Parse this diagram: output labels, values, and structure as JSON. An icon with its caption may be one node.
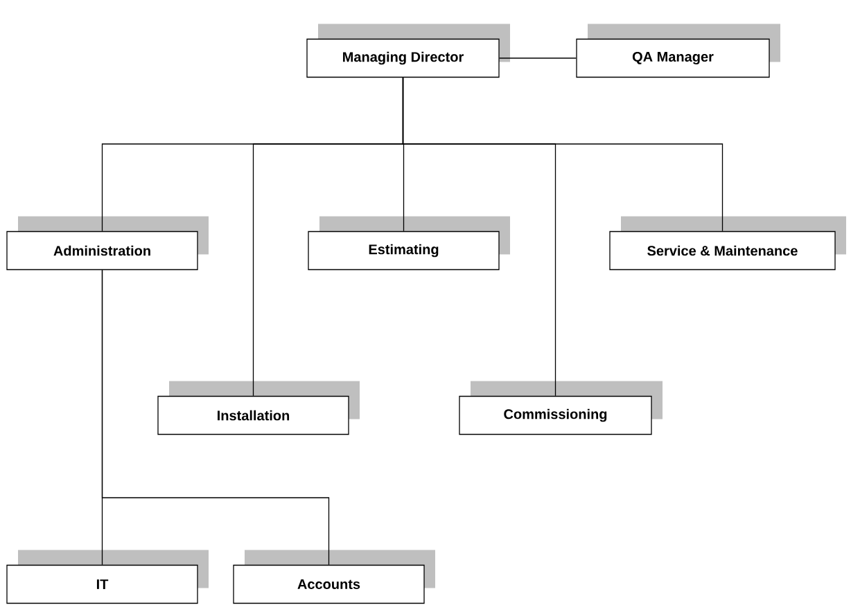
{
  "diagram": {
    "nodes": [
      {
        "text": [
          "Managing Director"
        ]
      },
      {
        "text": [
          "QA Manager"
        ]
      },
      {
        "text": [
          "Administration"
        ]
      },
      {
        "text": [
          "Estimating"
        ]
      },
      {
        "text": [
          "Service & Maintenance"
        ]
      },
      {
        "text": [
          "Installation"
        ]
      },
      {
        "text": [
          "Commissioning"
        ]
      },
      {
        "text": [
          "IT"
        ]
      },
      {
        "text": [
          "Accounts"
        ]
      }
    ],
    "edges": [
      {
        "from": 0,
        "to": 1,
        "arrow": "none"
      },
      {
        "from": 0,
        "to": 2,
        "arrow": "none"
      },
      {
        "from": 0,
        "to": 5,
        "arrow": "none"
      },
      {
        "from": 0,
        "to": 3,
        "arrow": "none"
      },
      {
        "from": 0,
        "to": 6,
        "arrow": "none"
      },
      {
        "from": 0,
        "to": 4,
        "arrow": "none"
      },
      {
        "from": 2,
        "to": 7,
        "arrow": "none"
      },
      {
        "from": 2,
        "to": 8,
        "arrow": "none"
      }
    ]
  }
}
